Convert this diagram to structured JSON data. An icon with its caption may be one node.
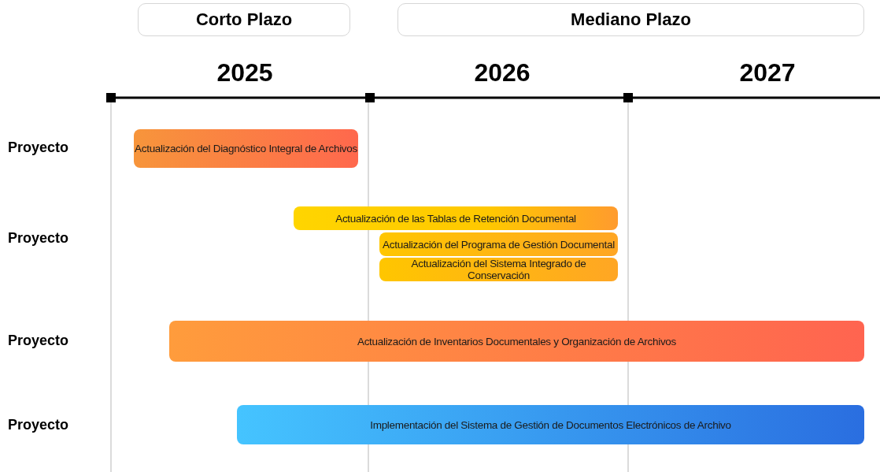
{
  "diagram": {
    "nodes": [
      {
        "text": [
          "Corto Plazo"
        ]
      },
      {
        "text": [
          "Mediano Plazo"
        ]
      },
      {
        "text": [
          "Actualización del Diagnóstico Integral de Archivos"
        ]
      },
      {
        "text": [
          "Actualización de las Tablas de Retención Documental"
        ]
      },
      {
        "text": [
          "Actualización del Programa de Gestión Documental"
        ]
      },
      {
        "text": [
          "Actualización del Sistema Integrado de Conservación"
        ]
      },
      {
        "text": [
          "Actualización de Inventarios Documentales y Organización de Archivos"
        ]
      },
      {
        "text": [
          "Implementación del Sistema de Gestión de Documentos Electrónicos de Archivo"
        ]
      }
    ],
    "edges": [],
    "labels": [
      "2025",
      "2026",
      "2027",
      "Proyecto",
      "Proyecto",
      "Proyecto",
      "Proyecto"
    ]
  }
}
